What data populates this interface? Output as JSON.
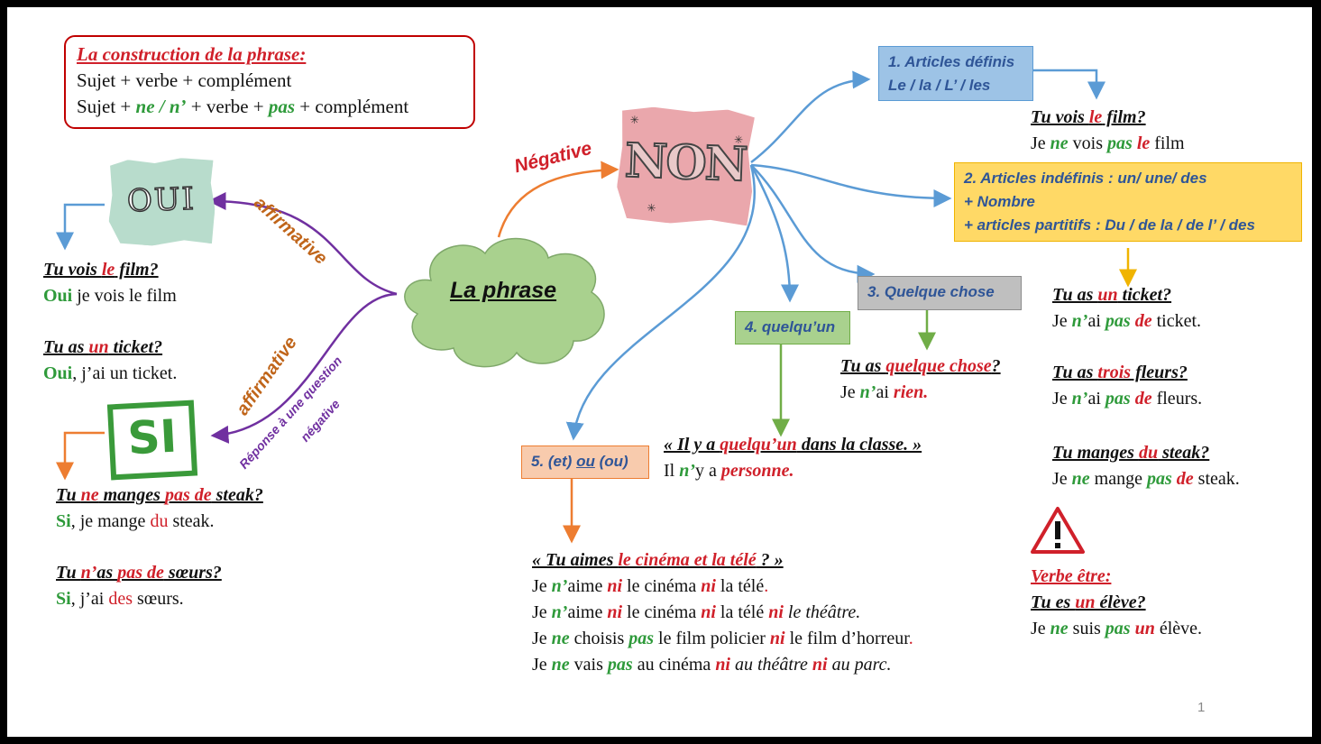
{
  "construction": {
    "title": "La construction de la phrase:",
    "line1": "Sujet + verbe + complément",
    "line2": {
      "a": "Sujet + ",
      "ne": "ne / n’",
      "b": " + verbe + ",
      "pas": "pas",
      "c": " + complément"
    }
  },
  "center": {
    "label": "La phrase"
  },
  "stickers": {
    "oui": "OUI",
    "non": "NON",
    "si": "SI"
  },
  "branch_labels": {
    "negative": "Négative",
    "affirmative_top": "affirmative",
    "affirmative_bottom": "affirmative",
    "reponse_1": "Réponse à une question",
    "reponse_2": "négative"
  },
  "boxes": {
    "b1": {
      "line1": "1. Articles définis",
      "line2": "Le / la / L’ / les"
    },
    "b2": {
      "line1": "2. Articles indéfinis : un/ une/ des",
      "line2": "+ Nombre",
      "line3": "+ articles partitifs : Du / de la / de l’ / des"
    },
    "b3": {
      "label": "3. Quelque chose"
    },
    "b4": {
      "label": "4. quelqu’un"
    },
    "b5": {
      "a": "5. (et) ",
      "b": "ou",
      "c": " (ou)"
    }
  },
  "oui_examples": {
    "q1": {
      "a": "Tu vois ",
      "b": "le",
      "c": " film?"
    },
    "a1": {
      "oui": "Oui",
      "rest": " je vois le film"
    },
    "q2": {
      "a": "Tu as ",
      "b": "un",
      "c": " ticket?"
    },
    "a2": {
      "oui": "Oui",
      "rest": ", j’ai un ticket."
    }
  },
  "si_examples": {
    "q1": {
      "a": "Tu ",
      "b": "ne",
      "c": " manges ",
      "d": "pas de",
      "e": " steak?"
    },
    "a1": {
      "si": "Si",
      "a": ", je mange ",
      "du": "du",
      "b": " steak."
    },
    "q2": {
      "a": "Tu ",
      "b": "n’",
      "c": "as ",
      "d": "pas de",
      "e": " sœurs?"
    },
    "a2": {
      "si": "Si",
      "a": ", j’ai ",
      "des": "des",
      "b": " sœurs."
    }
  },
  "ex1": {
    "q": {
      "a": "Tu vois ",
      "b": "le",
      "c": " film?"
    },
    "a": {
      "je": "Je ",
      "ne": "ne",
      "v": " vois ",
      "pas": "pas",
      "sp": " ",
      "le": "le",
      "f": " film"
    }
  },
  "ex2": {
    "q1": {
      "a": "Tu as ",
      "b": "un",
      "c": " ticket?"
    },
    "a1": {
      "je": "Je ",
      "n": "n’",
      "ai": "ai ",
      "pas": "pas",
      "sp": " ",
      "de": "de",
      "t": " ticket."
    },
    "q2": {
      "a": "Tu as ",
      "b": "trois",
      "c": " fleurs?"
    },
    "a2": {
      "je": "Je ",
      "n": "n’",
      "ai": "ai ",
      "pas": "pas",
      "sp": " ",
      "de": "de",
      "t": " fleurs."
    },
    "q3": {
      "a": "Tu manges ",
      "b": "du",
      "c": " steak?"
    },
    "a3": {
      "je": "Je ",
      "ne": "ne",
      "m": " mange ",
      "pas": "pas",
      "sp": " ",
      "de": "de",
      "t": " steak."
    }
  },
  "ex3": {
    "q": {
      "a": "Tu as ",
      "b": "quelque chose",
      "c": "?"
    },
    "a": {
      "je": "Je ",
      "n": "n’",
      "ai": "ai ",
      "rien": "rien."
    }
  },
  "ex4": {
    "q": {
      "a": "« Il y a ",
      "b": "quelqu’un",
      "c": " dans la classe. »"
    },
    "a": {
      "il": "Il ",
      "n": "n’",
      "y": "y a ",
      "p": "personne."
    }
  },
  "ex5": {
    "q": {
      "a": "« Tu aimes ",
      "b": "le cinéma et la télé",
      "c": " ? »"
    },
    "l1": {
      "je": "Je ",
      "n": "n’",
      "a": "aime ",
      "ni1": "ni",
      "b": " le cinéma ",
      "ni2": "ni",
      "c": " la télé",
      "dot": "."
    },
    "l2": {
      "je": "Je ",
      "n": "n’",
      "a": "aime ",
      "ni1": "ni",
      "b": " le cinéma ",
      "ni2": "ni",
      "c": " la télé ",
      "ni3": "ni",
      "sp": " ",
      "d": "le théâtre."
    },
    "l3": {
      "je": "Je ",
      "ne": "ne",
      "a": " choisis ",
      "pas": "pas",
      "b": " le film policier ",
      "ni": "ni",
      "c": " le film d’horreur",
      "dot": "."
    },
    "l4": {
      "je": "Je ",
      "ne": "ne",
      "a": " vais ",
      "pas": "pas",
      "b": " au cinéma ",
      "ni1": "ni",
      "sp": " ",
      "c": "au théâtre",
      "sp2": " ",
      "ni2": "ni",
      "sp3": " ",
      "d": "au parc."
    }
  },
  "etre": {
    "title": "Verbe être:",
    "q": {
      "a": "Tu es ",
      "b": "un",
      "c": " élève?"
    },
    "a": {
      "je": "Je ",
      "ne": "ne",
      "s": " suis ",
      "pas": "pas",
      "sp": " ",
      "un": "un",
      "e": " élève."
    }
  },
  "page_number": "1",
  "colors": {
    "blue": "#5b9bd5",
    "orange": "#ed7d31",
    "green": "#70ad47",
    "purple": "#7030a0",
    "red": "#d0202a"
  }
}
